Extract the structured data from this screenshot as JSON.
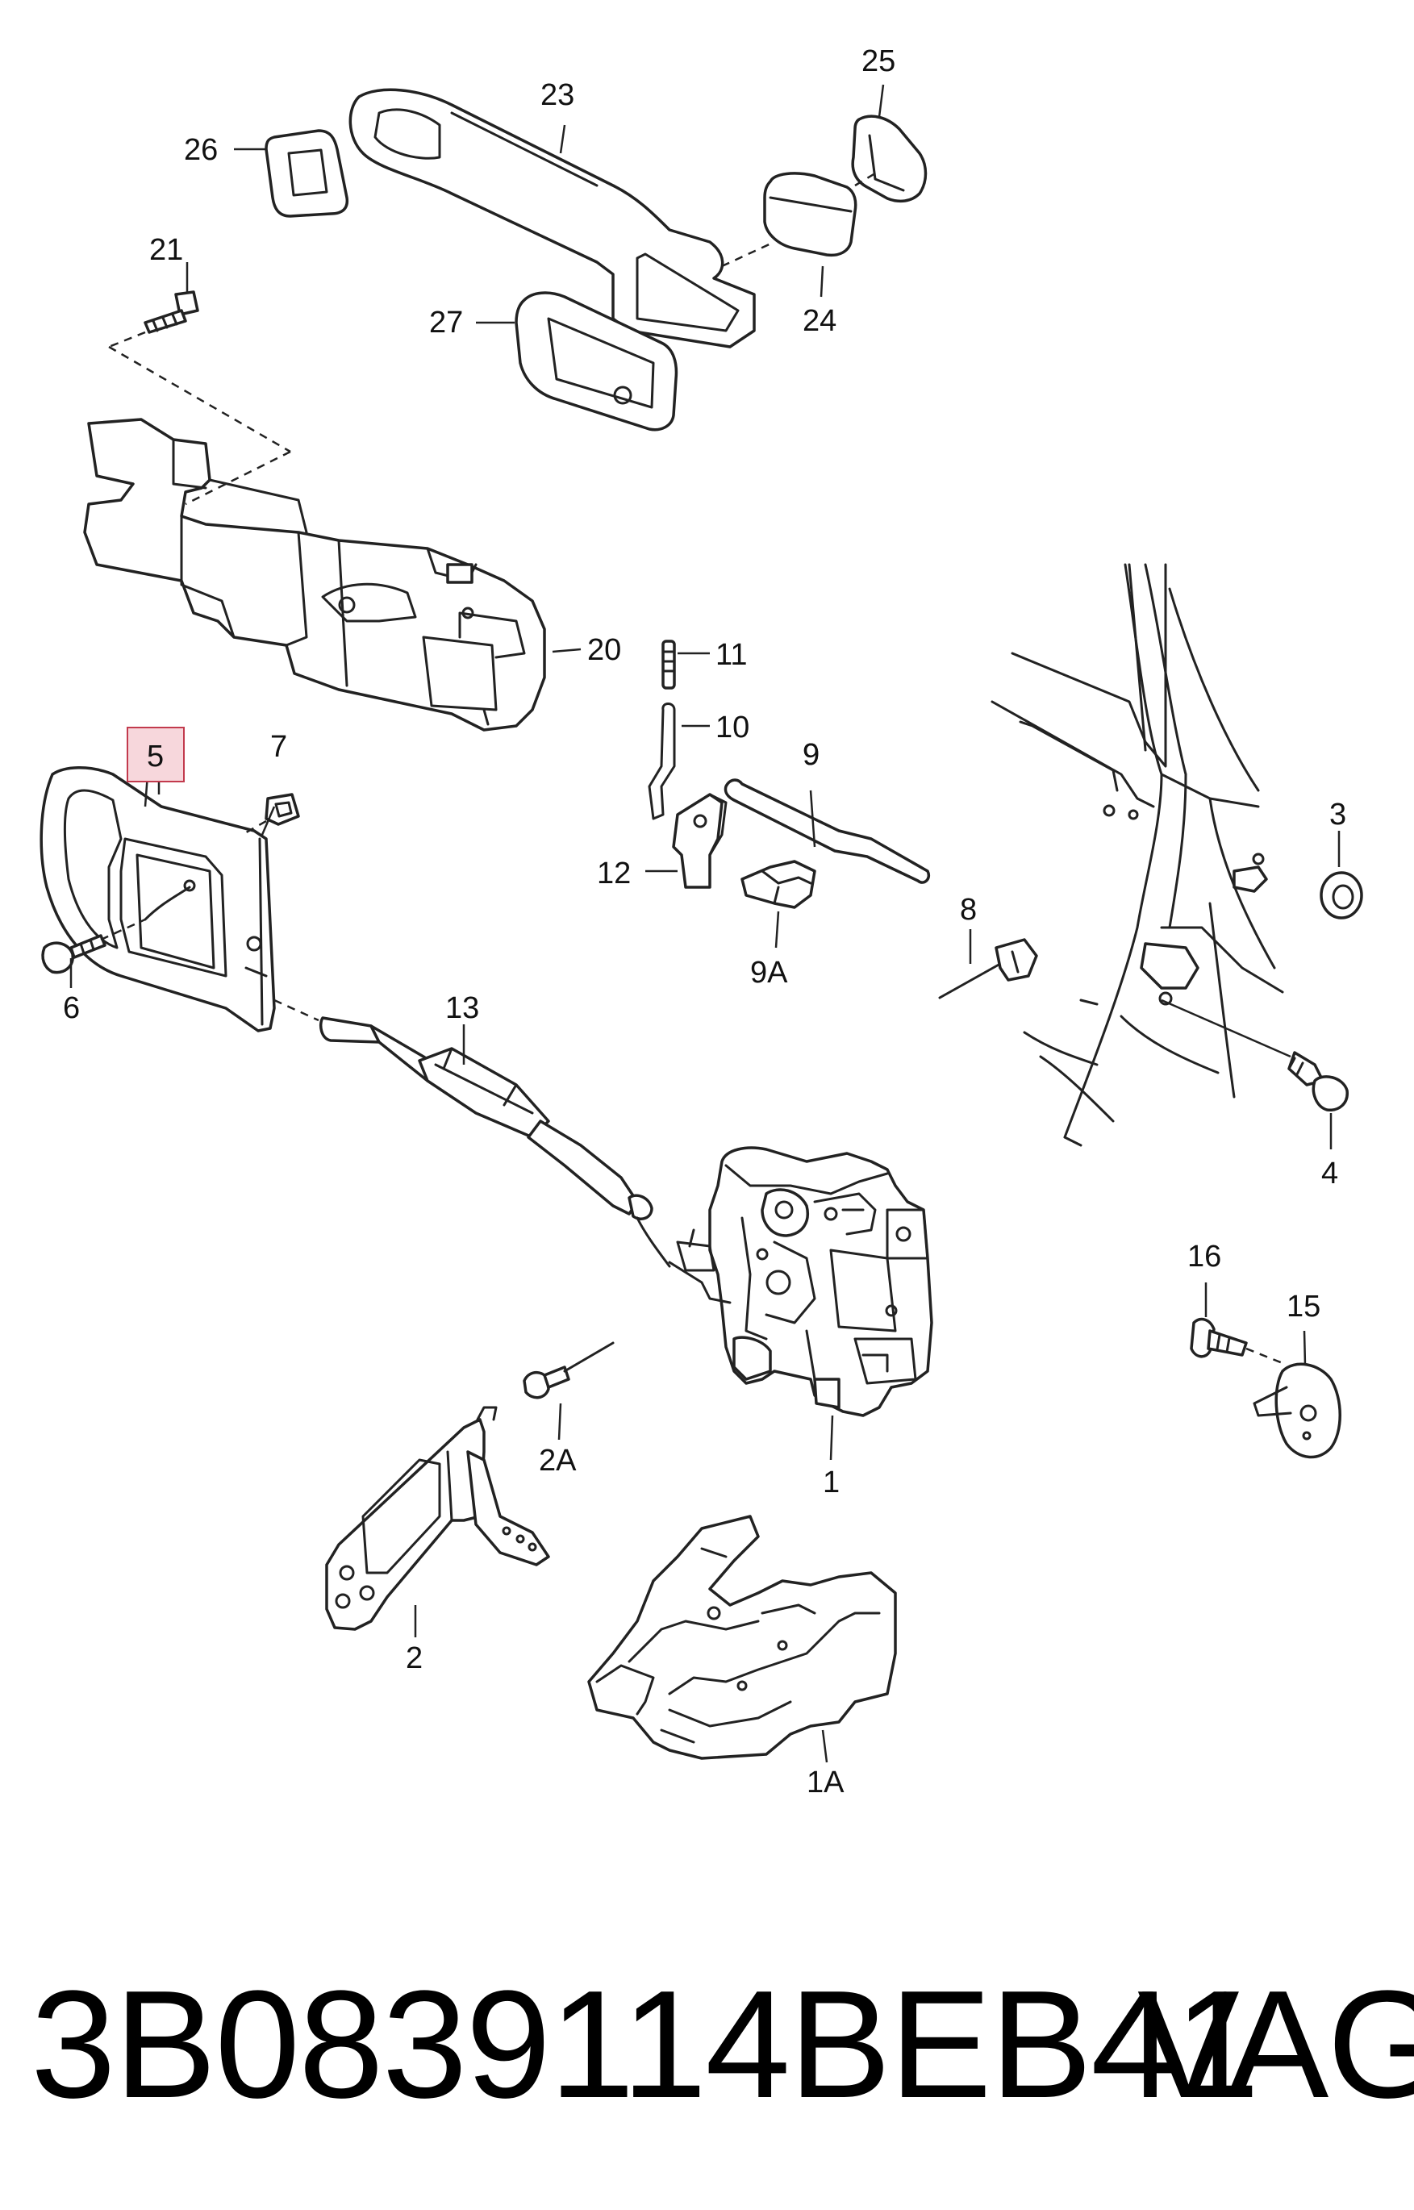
{
  "callouts": [
    {
      "id": "1",
      "label": "1"
    },
    {
      "id": "1A",
      "label": "1A"
    },
    {
      "id": "2",
      "label": "2"
    },
    {
      "id": "2A",
      "label": "2A"
    },
    {
      "id": "3",
      "label": "3"
    },
    {
      "id": "4",
      "label": "4"
    },
    {
      "id": "5",
      "label": "5",
      "highlighted": true
    },
    {
      "id": "6",
      "label": "6"
    },
    {
      "id": "7",
      "label": "7"
    },
    {
      "id": "8",
      "label": "8"
    },
    {
      "id": "9",
      "label": "9"
    },
    {
      "id": "9A",
      "label": "9A"
    },
    {
      "id": "10",
      "label": "10"
    },
    {
      "id": "11",
      "label": "11"
    },
    {
      "id": "12",
      "label": "12"
    },
    {
      "id": "13",
      "label": "13"
    },
    {
      "id": "15",
      "label": "15"
    },
    {
      "id": "16",
      "label": "16"
    },
    {
      "id": "20",
      "label": "20"
    },
    {
      "id": "21",
      "label": "21"
    },
    {
      "id": "23",
      "label": "23"
    },
    {
      "id": "24",
      "label": "24"
    },
    {
      "id": "25",
      "label": "25"
    },
    {
      "id": "26",
      "label": "26"
    },
    {
      "id": "27",
      "label": "27"
    }
  ],
  "footer": {
    "part_number": "3B0839114BEB41",
    "brand": "VAG"
  },
  "colors": {
    "highlight_fill": "#f7d7dc",
    "highlight_stroke": "#c23a4d",
    "line": "#222222"
  }
}
